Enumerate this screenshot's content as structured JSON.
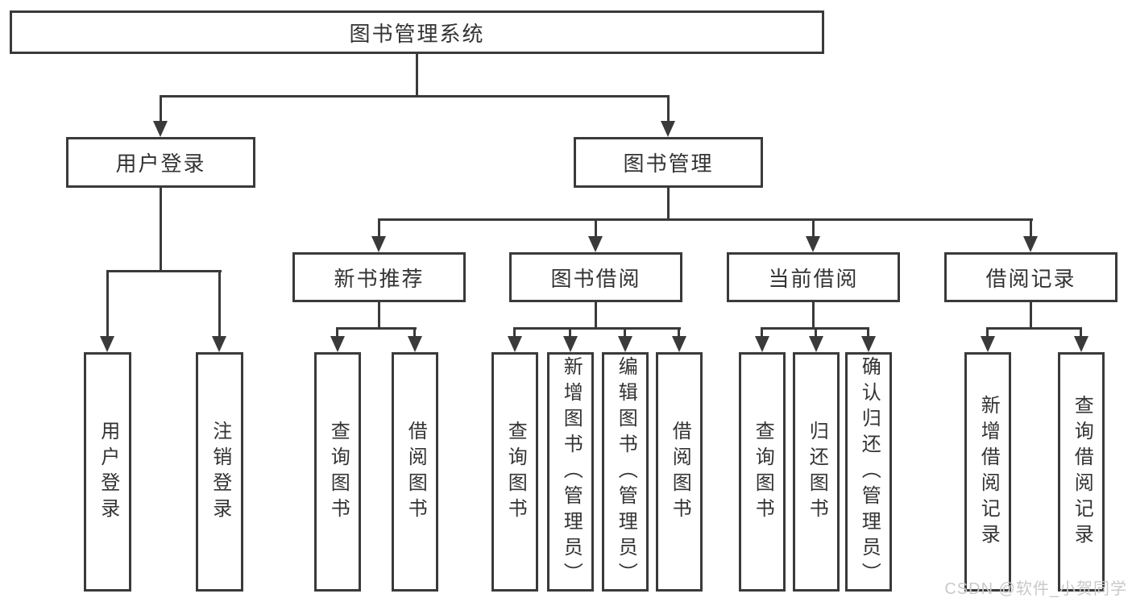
{
  "diagram": {
    "root": "图书管理系统",
    "level2": [
      "用户登录",
      "图书管理"
    ],
    "level3": [
      "新书推荐",
      "图书借阅",
      "当前借阅",
      "借阅记录"
    ],
    "leaves": {
      "user_login": [
        "用户登录",
        "注销登录"
      ],
      "new_books": [
        "查询图书",
        "借阅图书"
      ],
      "book_borrow": [
        "查询图书",
        "新增图书（管理员）",
        "编辑图书（管理员）",
        "借阅图书"
      ],
      "current_borrow": [
        "查询图书",
        "归还图书",
        "确认归还（管理员）"
      ],
      "borrow_records": [
        "新增借阅记录",
        "查询借阅记录"
      ]
    }
  },
  "watermark": "CSDN @软件_小贺同学",
  "colors": {
    "line": "#3a3a3a",
    "text": "#333333",
    "watermark": "#c9c9c9",
    "background": "#ffffff"
  }
}
